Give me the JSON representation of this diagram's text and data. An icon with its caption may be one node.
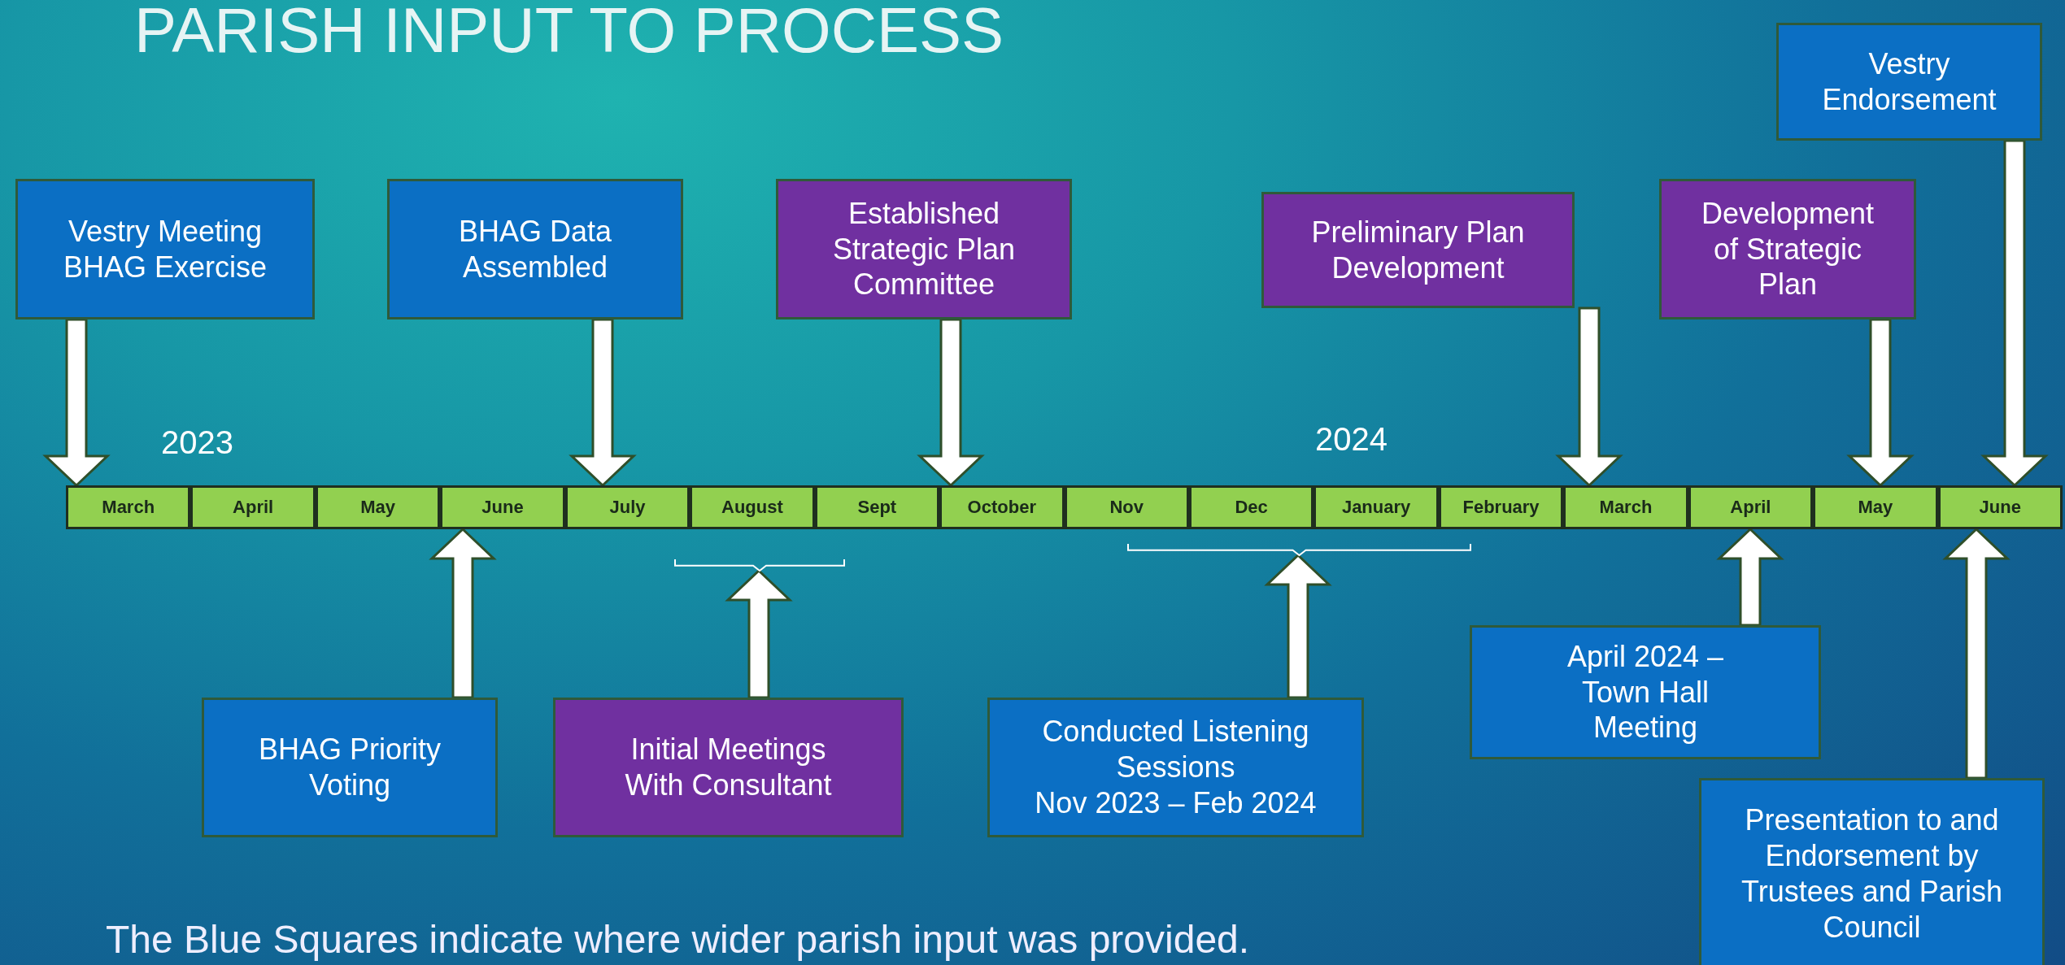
{
  "diagram": {
    "title": "PARISH INPUT TO PROCESS",
    "caption": "The Blue Squares indicate where wider parish input was provided.",
    "nodes": [
      {
        "text": [
          "Vestry Meeting BHAG Exercise"
        ]
      },
      {
        "text": [
          "BHAG Data Assembled"
        ]
      },
      {
        "text": [
          "Established Strategic Plan Committee"
        ]
      },
      {
        "text": [
          "Preliminary Plan Development"
        ]
      },
      {
        "text": [
          "Development of Strategic Plan"
        ]
      },
      {
        "text": [
          "Vestry Endorsement"
        ]
      },
      {
        "text": [
          "March"
        ]
      },
      {
        "text": [
          "April"
        ]
      },
      {
        "text": [
          "May"
        ]
      },
      {
        "text": [
          "June"
        ]
      },
      {
        "text": [
          "July"
        ]
      },
      {
        "text": [
          "August"
        ]
      },
      {
        "text": [
          "Sept"
        ]
      },
      {
        "text": [
          "October"
        ]
      },
      {
        "text": [
          "Nov"
        ]
      },
      {
        "text": [
          "Dec"
        ]
      },
      {
        "text": [
          "January"
        ]
      },
      {
        "text": [
          "February"
        ]
      },
      {
        "text": [
          "March"
        ]
      },
      {
        "text": [
          "April"
        ]
      },
      {
        "text": [
          "May"
        ]
      },
      {
        "text": [
          "June"
        ]
      },
      {
        "text": [],
        "shape": "bracket"
      },
      {
        "text": [],
        "shape": "bracket"
      },
      {
        "text": [
          "BHAG Priority Voting"
        ]
      },
      {
        "text": [
          "Initial Meetings With Consultant"
        ]
      },
      {
        "text": [
          "Conducted Listening Sessions",
          "Nov 2023 – Feb 2024"
        ]
      },
      {
        "text": [
          "April 2024 – Town Hall Meeting"
        ]
      },
      {
        "text": [
          "Presentation to and Endorsement by Trustees and Parish Council"
        ]
      }
    ],
    "edges": [
      {
        "from": 0,
        "to": 6,
        "arrow": "to"
      },
      {
        "from": 1,
        "to": 10,
        "arrow": "to"
      },
      {
        "from": 2,
        "to": 13,
        "arrow": "to"
      },
      {
        "from": 3,
        "to": 18,
        "arrow": "to"
      },
      {
        "from": 4,
        "to": 20,
        "arrow": "to"
      },
      {
        "from": 5,
        "to": 21,
        "arrow": "to"
      },
      {
        "from": 24,
        "to": 9,
        "arrow": "to"
      },
      {
        "from": 25,
        "to": 22,
        "arrow": "to"
      },
      {
        "from": 26,
        "to": 23,
        "arrow": "to"
      },
      {
        "from": 27,
        "to": 19,
        "arrow": "to"
      },
      {
        "from": 28,
        "to": 21,
        "arrow": "to"
      }
    ],
    "labels": [
      "2023",
      "2024"
    ]
  }
}
